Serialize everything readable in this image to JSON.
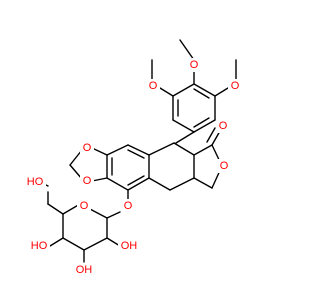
{
  "molecule": {
    "colors": {
      "bond": "#000000",
      "oxygen": "#ff0000"
    },
    "atom_labels": {
      "o_ome1": "O",
      "o_ome2": "O",
      "o_ome3": "O",
      "o_lactone_ring": "O",
      "o_carbonyl": "O",
      "o_dioxole_top": "O",
      "o_dioxole_bottom": "O",
      "o_glycosidic": "O",
      "o_sugar_ring": "O",
      "oh_hydroxymethyl": "HO",
      "oh_c2": "OH",
      "oh_c3": "OH",
      "oh_c4": "HO"
    }
  }
}
